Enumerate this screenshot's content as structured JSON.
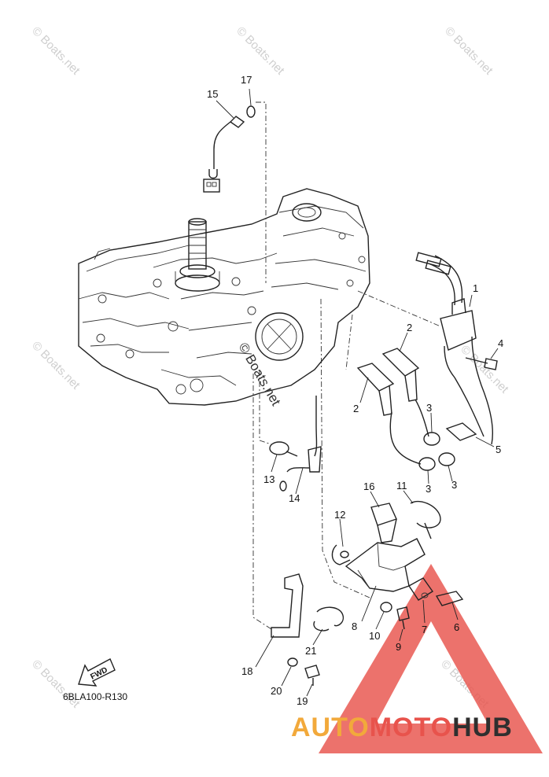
{
  "diagram": {
    "drawing_code": "6BLA100-R130",
    "direction_label": "FWD",
    "watermark": "© Boats.net",
    "callouts": [
      "1",
      "2",
      "2",
      "3",
      "3",
      "3",
      "4",
      "5",
      "6",
      "7",
      "8",
      "9",
      "10",
      "11",
      "12",
      "13",
      "14",
      "15",
      "16",
      "17",
      "18",
      "19",
      "20",
      "21"
    ]
  },
  "brand": {
    "part1": "AUTO",
    "part2": "MOTO",
    "part3": "HUB",
    "colors": {
      "auto": "#f2a93b",
      "moto": "#e8534c",
      "hub": "#2f2f2f",
      "triangle": "#e8534c"
    }
  }
}
